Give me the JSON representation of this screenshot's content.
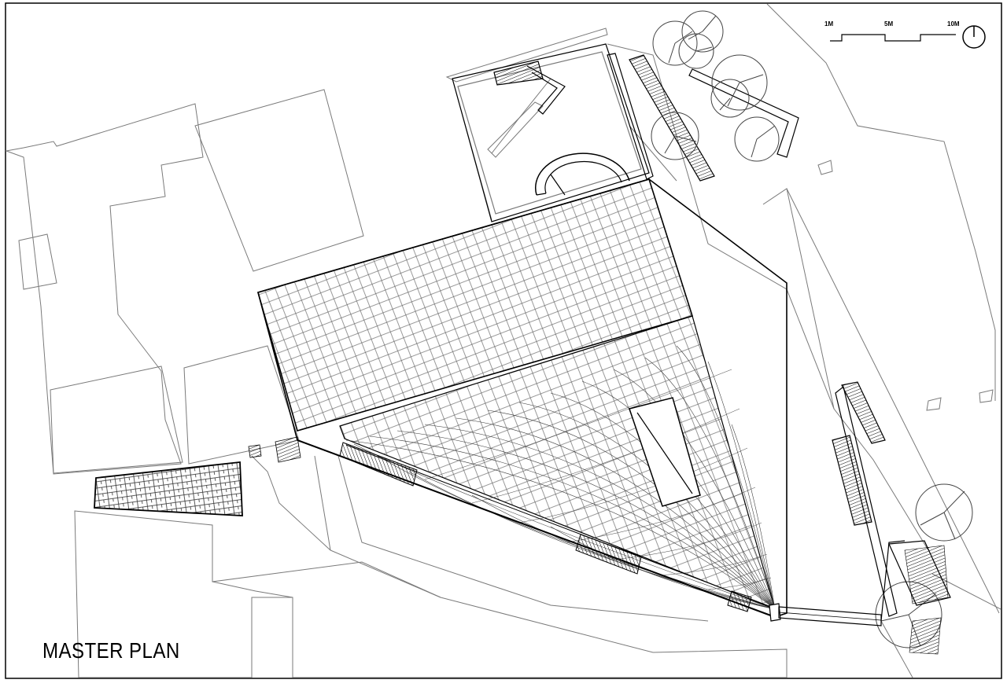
{
  "drawing": {
    "title": "MASTER PLAN"
  },
  "scale_bar": {
    "labels": [
      "1M",
      "5M",
      "10M"
    ]
  },
  "north_arrow": {
    "icon": "north-arrow-icon"
  },
  "colors": {
    "line": "#000000",
    "context_line": "#7a7a7a",
    "hatch": "#444444",
    "background": "#ffffff"
  }
}
